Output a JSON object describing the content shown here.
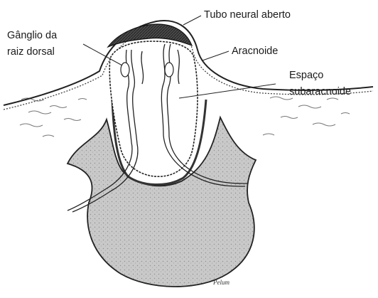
{
  "labels": {
    "neural_tube": "Tubo neural aberto",
    "ganglion_line1": "Gânglio da",
    "ganglion_line2": "raiz dorsal",
    "arachnoid": "Aracnoide",
    "subarachnoid_line1": "Espaço",
    "subarachnoid_line2": "subaracnoide"
  },
  "signature": "Pelum"
}
